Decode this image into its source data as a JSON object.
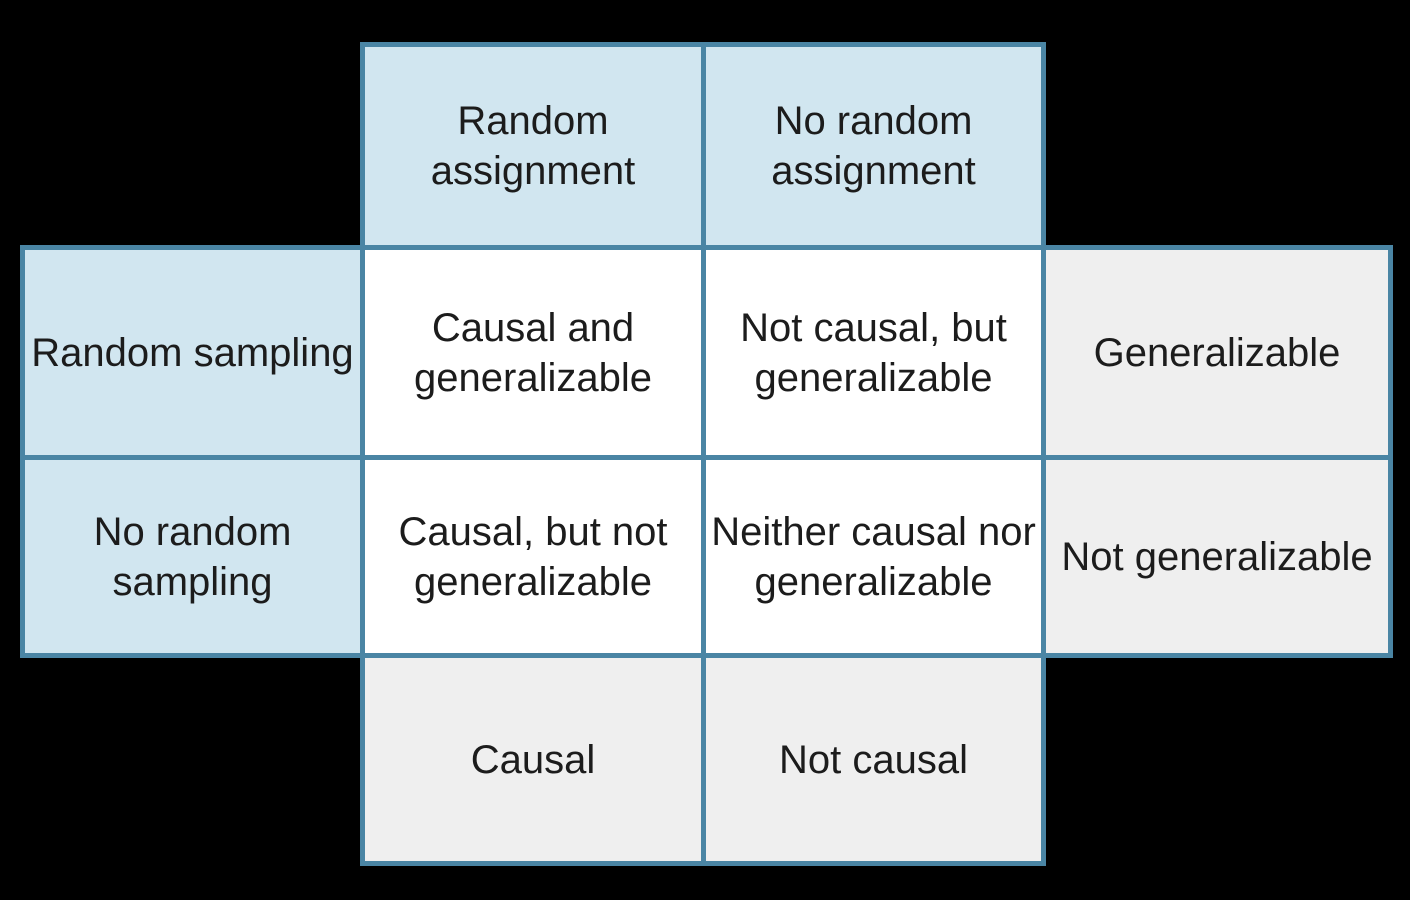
{
  "colors": {
    "border": "#4a85a4",
    "header_fill": "#d1e6f0",
    "cell_fill": "#ffffff",
    "annotation_fill": "#efefef",
    "text": "#1c1c1c",
    "page_bg": "#000000"
  },
  "matrix": {
    "col_headers": [
      "Random assignment",
      "No random assignment"
    ],
    "rows": [
      {
        "header": "Random sampling",
        "cells": [
          "Causal and generalizable",
          "Not causal, but generalizable"
        ],
        "annotation": "Generalizable"
      },
      {
        "header": "No random sampling",
        "cells": [
          "Causal, but not generalizable",
          "Neither causal nor generalizable"
        ],
        "annotation": "Not generalizable"
      }
    ],
    "col_footers": [
      "Causal",
      "Not causal"
    ]
  }
}
